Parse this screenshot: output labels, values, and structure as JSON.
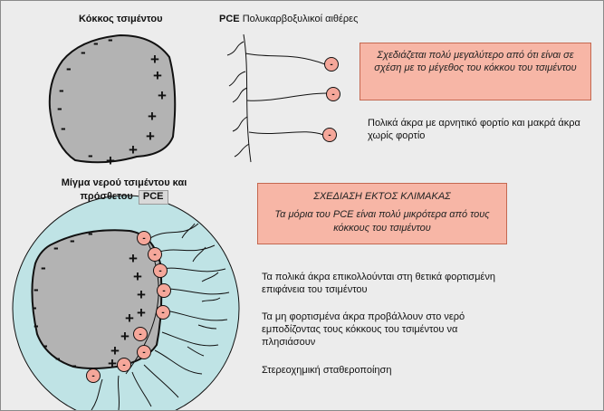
{
  "titles": {
    "grain": "Κόκκος τσιμέντου",
    "pce_abbr": "PCE",
    "pce_full": "Πολυκαρβοξυλικοί αιθέρες",
    "mixture_line1": "Μίγμα νερού τσιμέντου και",
    "mixture_line2": "πρόσθετου",
    "mixture_pce": "PCE"
  },
  "notes": {
    "scale_note": "Σχεδιάζεται πολύ μεγαλύτερο από ότι είναι σε σχέση με το μέγεθος του κόκκου του τσιμέντου",
    "polar_ends": "Πολικά άκρα με αρνητικό φορτίο και μακρά άκρα χωρίς φορτίο",
    "not_to_scale_title": "ΣΧΕΔΙΑΣΗ ΕΚΤΟΣ ΚΛΙΜΑΚΑΣ",
    "not_to_scale_body": "Τα μόρια του PCE είναι πολύ μικρότερα από τους κόκκους του τσιμέντου",
    "attach": "Τα πολικά άκρα επικολλούνται στη θετικά φορτισμένη επιφάνεια του τσιμέντου",
    "project": "Τα μη φορτισμένα άκρα προβάλλουν στο νερό εμποδίζοντας τους κόκκους του τσιμέντου να πλησιάσουν",
    "steric": "Στερεοχημική σταθεροποίηση"
  },
  "symbols": {
    "minus": "-",
    "plus": "+"
  },
  "colors": {
    "background": "#ececec",
    "grain_fill": "#b3b3b3",
    "water_fill": "#bfe3e5",
    "note_box": "#f7b6a6",
    "polar_head": "#f5a79a"
  }
}
